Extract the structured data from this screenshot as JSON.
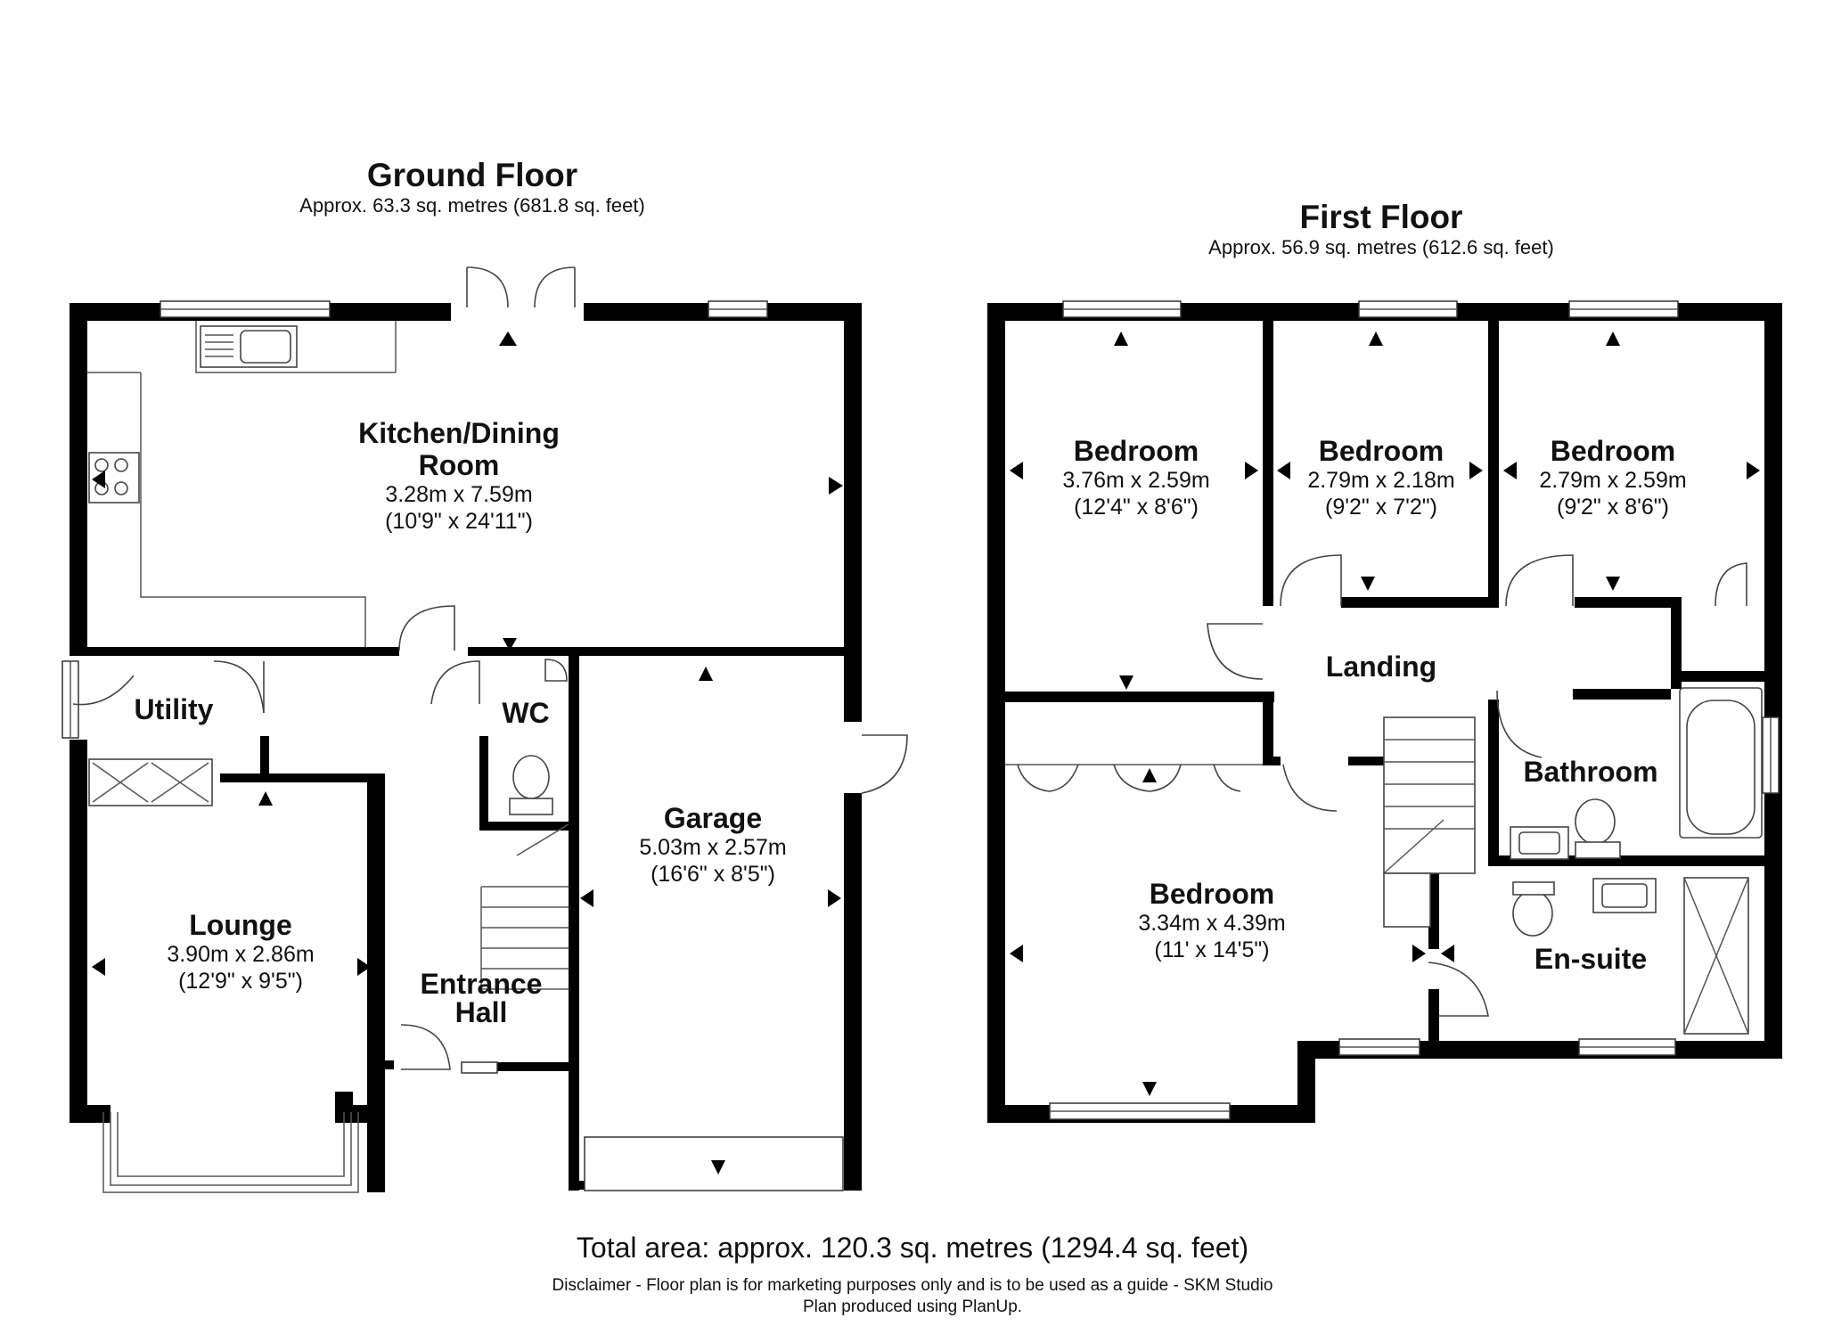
{
  "ground_floor": {
    "title": "Ground Floor",
    "area": "Approx. 63.3 sq. metres (681.8 sq. feet)",
    "rooms": {
      "kitchen": {
        "name_line1": "Kitchen/Dining",
        "name_line2": "Room",
        "metric": "3.28m x 7.59m",
        "imperial": "(10'9\" x 24'11\")"
      },
      "utility": {
        "name": "Utility"
      },
      "wc": {
        "name": "WC"
      },
      "lounge": {
        "name": "Lounge",
        "metric": "3.90m x 2.86m",
        "imperial": "(12'9\" x 9'5\")"
      },
      "entrance": {
        "name_line1": "Entrance",
        "name_line2": "Hall"
      },
      "garage": {
        "name": "Garage",
        "metric": "5.03m x 2.57m",
        "imperial": "(16'6\" x 8'5\")"
      }
    }
  },
  "first_floor": {
    "title": "First Floor",
    "area": "Approx. 56.9 sq. metres (612.6 sq. feet)",
    "rooms": {
      "bedroom1": {
        "name": "Bedroom",
        "metric": "3.76m x 2.59m",
        "imperial": "(12'4\" x 8'6\")"
      },
      "bedroom2": {
        "name": "Bedroom",
        "metric": "2.79m x 2.18m",
        "imperial": "(9'2\" x 7'2\")"
      },
      "bedroom3": {
        "name": "Bedroom",
        "metric": "2.79m x 2.59m",
        "imperial": "(9'2\" x 8'6\")"
      },
      "landing": {
        "name": "Landing"
      },
      "bathroom": {
        "name": "Bathroom"
      },
      "bedroom4": {
        "name": "Bedroom",
        "metric": "3.34m x 4.39m",
        "imperial": "(11' x 14'5\")"
      },
      "ensuite": {
        "name": "En-suite"
      }
    }
  },
  "footer": {
    "total_area": "Total area: approx. 120.3 sq. metres (1294.4 sq. feet)",
    "disclaimer": "Disclaimer - Floor plan is for marketing purposes only and is to be used as a guide - SKM Studio",
    "credit": "Plan produced using PlanUp."
  }
}
